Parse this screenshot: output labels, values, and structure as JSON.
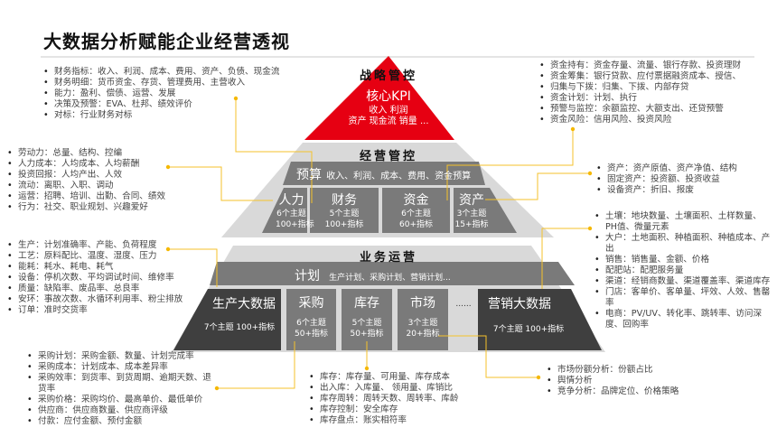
{
  "title": "大数据分析赋能企业经营透视",
  "colors": {
    "red": "#e60012",
    "dark": "#3f3f3f",
    "mid": "#7a7a7a",
    "light": "#d9d9d9",
    "connector": "#f5c22b"
  },
  "strategy": {
    "label": "战略管控",
    "kpi": "核心KPI",
    "line1": "收入 利润",
    "line2": "资产 现金流 销量 ..."
  },
  "operation": {
    "label": "经营管控",
    "budget_title": "预算",
    "budget_items": "收入、利润、成本、费用、资金预算",
    "boxes": [
      {
        "name": "人力",
        "topics": "6个主题",
        "metrics": "100+指标"
      },
      {
        "name": "财务",
        "topics": "5个主题",
        "metrics": "100+指标"
      },
      {
        "name": "资金",
        "topics": "6个主题",
        "metrics": "60+指标"
      },
      {
        "name": "资产",
        "topics": "3个主题",
        "metrics": "15+指标"
      }
    ]
  },
  "business": {
    "label": "业务运营",
    "plan_title": "计划",
    "plan_items": "生产计划、采购计划、营销计划...",
    "production": {
      "name": "生产大数据",
      "desc": "7个主题 100+指标"
    },
    "boxes": [
      {
        "name": "采购",
        "topics": "6个主题",
        "metrics": "50+指标"
      },
      {
        "name": "库存",
        "topics": "5个主题",
        "metrics": "50+指标"
      },
      {
        "name": "市场",
        "topics": "3个主题",
        "metrics": "20+指标"
      }
    ],
    "ellipsis": "......",
    "marketing": {
      "name": "营销大数据",
      "desc": "7个主题 100+指标"
    }
  },
  "lists": {
    "finance": [
      "财务指标：收入、利润、成本、费用、资产、负债、现金流",
      "财务明细：货币资金、存货、管理费用、主营收入",
      "能力：盈利、偿债、运营、发展",
      "决策及预警：EVA、杜邦、绩效评价",
      "对标：行业财务对标"
    ],
    "hr": [
      "劳动力：总量、结构、控编",
      "人力成本：人均成本、人均薪酬",
      "投资回报：人均产出、人效",
      "流动：离职、入职、调动",
      "运营：招聘、培训、出勤、合同、绩效",
      "行为：社交、职业规划、兴趣爱好"
    ],
    "capital": [
      "资金持有：资金存量、流量、银行存款、投资理财",
      "资金筹集：银行贷款、应付票据融资成本、授信、",
      "归集与下拨：归集、下拨、内部存贷",
      "资金计划：计划、执行",
      "预警与监控：余额监控、大额支出、还贷预警",
      "资金风险：信用风险、投资风险"
    ],
    "assets": [
      "资产：资产原值、资产净值、结构",
      "固定资产：投资额、投资收益",
      "设备资产：折旧、报废"
    ],
    "production": [
      "生产：计划准确率、产能、负荷程度",
      "工艺：原料配比、温度、湿度、压力",
      "能耗：耗水、耗电、耗气",
      "设备：停机次数、平均调试时间、维修率",
      "质量：缺陷率、废品率、总良率",
      "安环：事故次数、水循环利用率、粉尘排放",
      "订单：准时交货率"
    ],
    "marketing": [
      "土壤：地块数量、土壤面积、土样数量、PH值、微量元素",
      "大户：土地面积、种植面积、种植成本、产出",
      "销售：销售量、金额、价格",
      "配肥站：配肥服务量",
      "渠道：经销商数量、渠道覆盖率、渠道库存",
      "门店：客单价、客单量、坪效、人效、售罄率",
      "电商：PV/UV、转化率、跳转率、访问深度、回购率"
    ],
    "purchase": [
      "采购计划：采购金额、数量、计划完成率",
      "采购成本：计划成本、成本差异率",
      "采购效率：到货率、到货周期、逾期天数、退货率",
      "采购价格：采购均价、最高单价、最低单价",
      "供应商：供应商数量、供应商评级",
      "付款：应付金额、预付金额"
    ],
    "inventory": [
      "库存：库存量、可用量、库存成本",
      "出入库：入库量、 领用量、库销比",
      "库存周转：周转天数、周转率、库龄",
      "库存控制：安全库存",
      "库存盘点：账实相符率"
    ],
    "market": [
      "市场份额分析：份额占比",
      "舆情分析",
      "竞争分析：品牌定位、价格策略"
    ]
  }
}
